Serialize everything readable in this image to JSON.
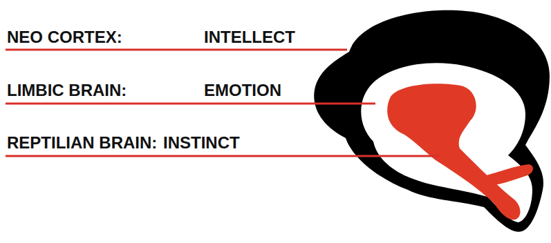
{
  "diagram": {
    "labels": [
      "NEO CORTEX:",
      "INTELLECT",
      "LIMBIC BRAIN:",
      "EMOTION",
      "REPTILIAN BRAIN:",
      "INSTINCT"
    ]
  }
}
